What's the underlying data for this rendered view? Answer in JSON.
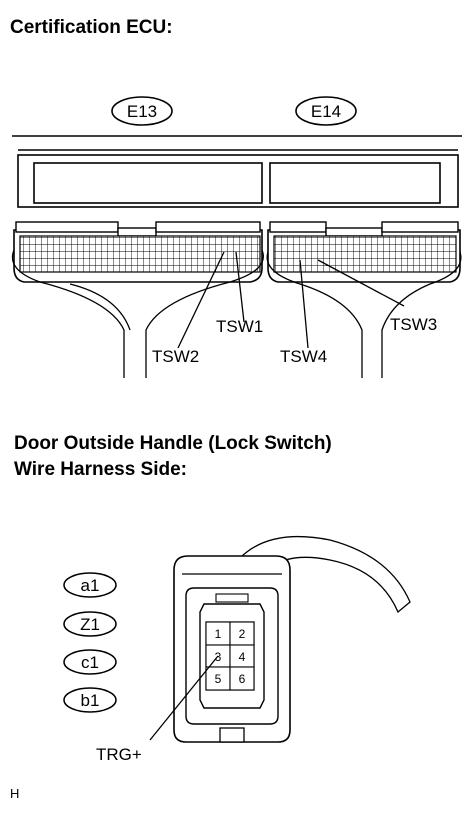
{
  "ecu": {
    "title": "Certification ECU:",
    "connectors": [
      "E13",
      "E14"
    ],
    "terminals": [
      "TSW1",
      "TSW2",
      "TSW3",
      "TSW4"
    ]
  },
  "handle": {
    "title_line1": "Door Outside Handle (Lock Switch)",
    "title_line2": "Wire Harness Side:",
    "codes": [
      "a1",
      "Z1",
      "c1",
      "b1"
    ],
    "pins": [
      "1",
      "2",
      "3",
      "4",
      "5",
      "6"
    ],
    "terminal": "TRG+"
  },
  "footer": {
    "letter": "H"
  }
}
